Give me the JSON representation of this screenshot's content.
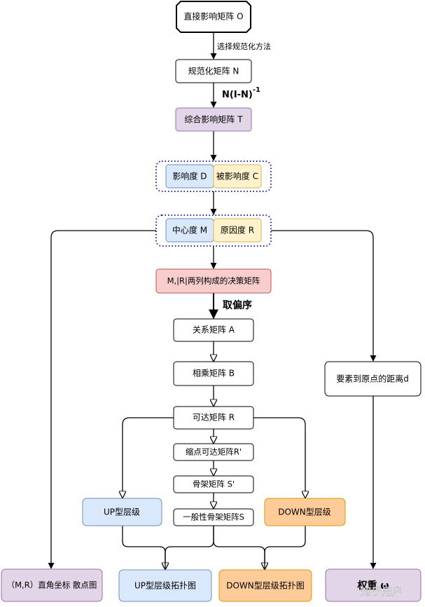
{
  "nodes": {
    "direct_matrix": "直接影响矩阵 O",
    "normalized_matrix": "规范化矩阵 N",
    "total_matrix": "综合影响矩阵  T",
    "influence_degree": "影响度 D",
    "influenced_degree": "被影响度 C",
    "centrality": "中心度 M",
    "causality": "原因度 R",
    "decision_matrix": "M,|R|两列构成的决策矩阵",
    "relation_matrix": "关系矩阵 A",
    "adjacent_matrix": "相乘矩阵 B",
    "reachable_matrix": "可达矩阵 R",
    "shrink_matrix": "缩点可达矩阵R'",
    "skeleton_matrix": "骨架矩阵 S'",
    "general_skeleton": "一般性骨架矩阵S",
    "up_level": "UP型层级",
    "down_level": "DOWN型层级",
    "distance": "要素到原点的距离d",
    "scatter": "（M,R）直角坐标 散点图",
    "up_topology": "UP型层级拓扑图",
    "down_topology": "DOWN型层级拓扑图",
    "weight": "权重 ω"
  },
  "labels": {
    "choose_method": "选择规范化方法",
    "formula": "N(I-N)",
    "formula_exp": "-1",
    "take_bias": "取偏序"
  },
  "watermark": "知乎用户",
  "colors": {
    "white_fill": "#ffffff",
    "purple_fill": "#e1d5e7",
    "purple_stroke": "#9673a6",
    "blue_fill": "#dae8fc",
    "blue_stroke": "#6c8ebf",
    "yellow_fill": "#fff2cc",
    "yellow_stroke": "#d6b656",
    "red_fill": "#f8cecc",
    "red_stroke": "#b85450",
    "orange_fill": "#ffcc99",
    "orange_stroke": "#d79b00",
    "dotted_border": "#1f1f9f"
  }
}
